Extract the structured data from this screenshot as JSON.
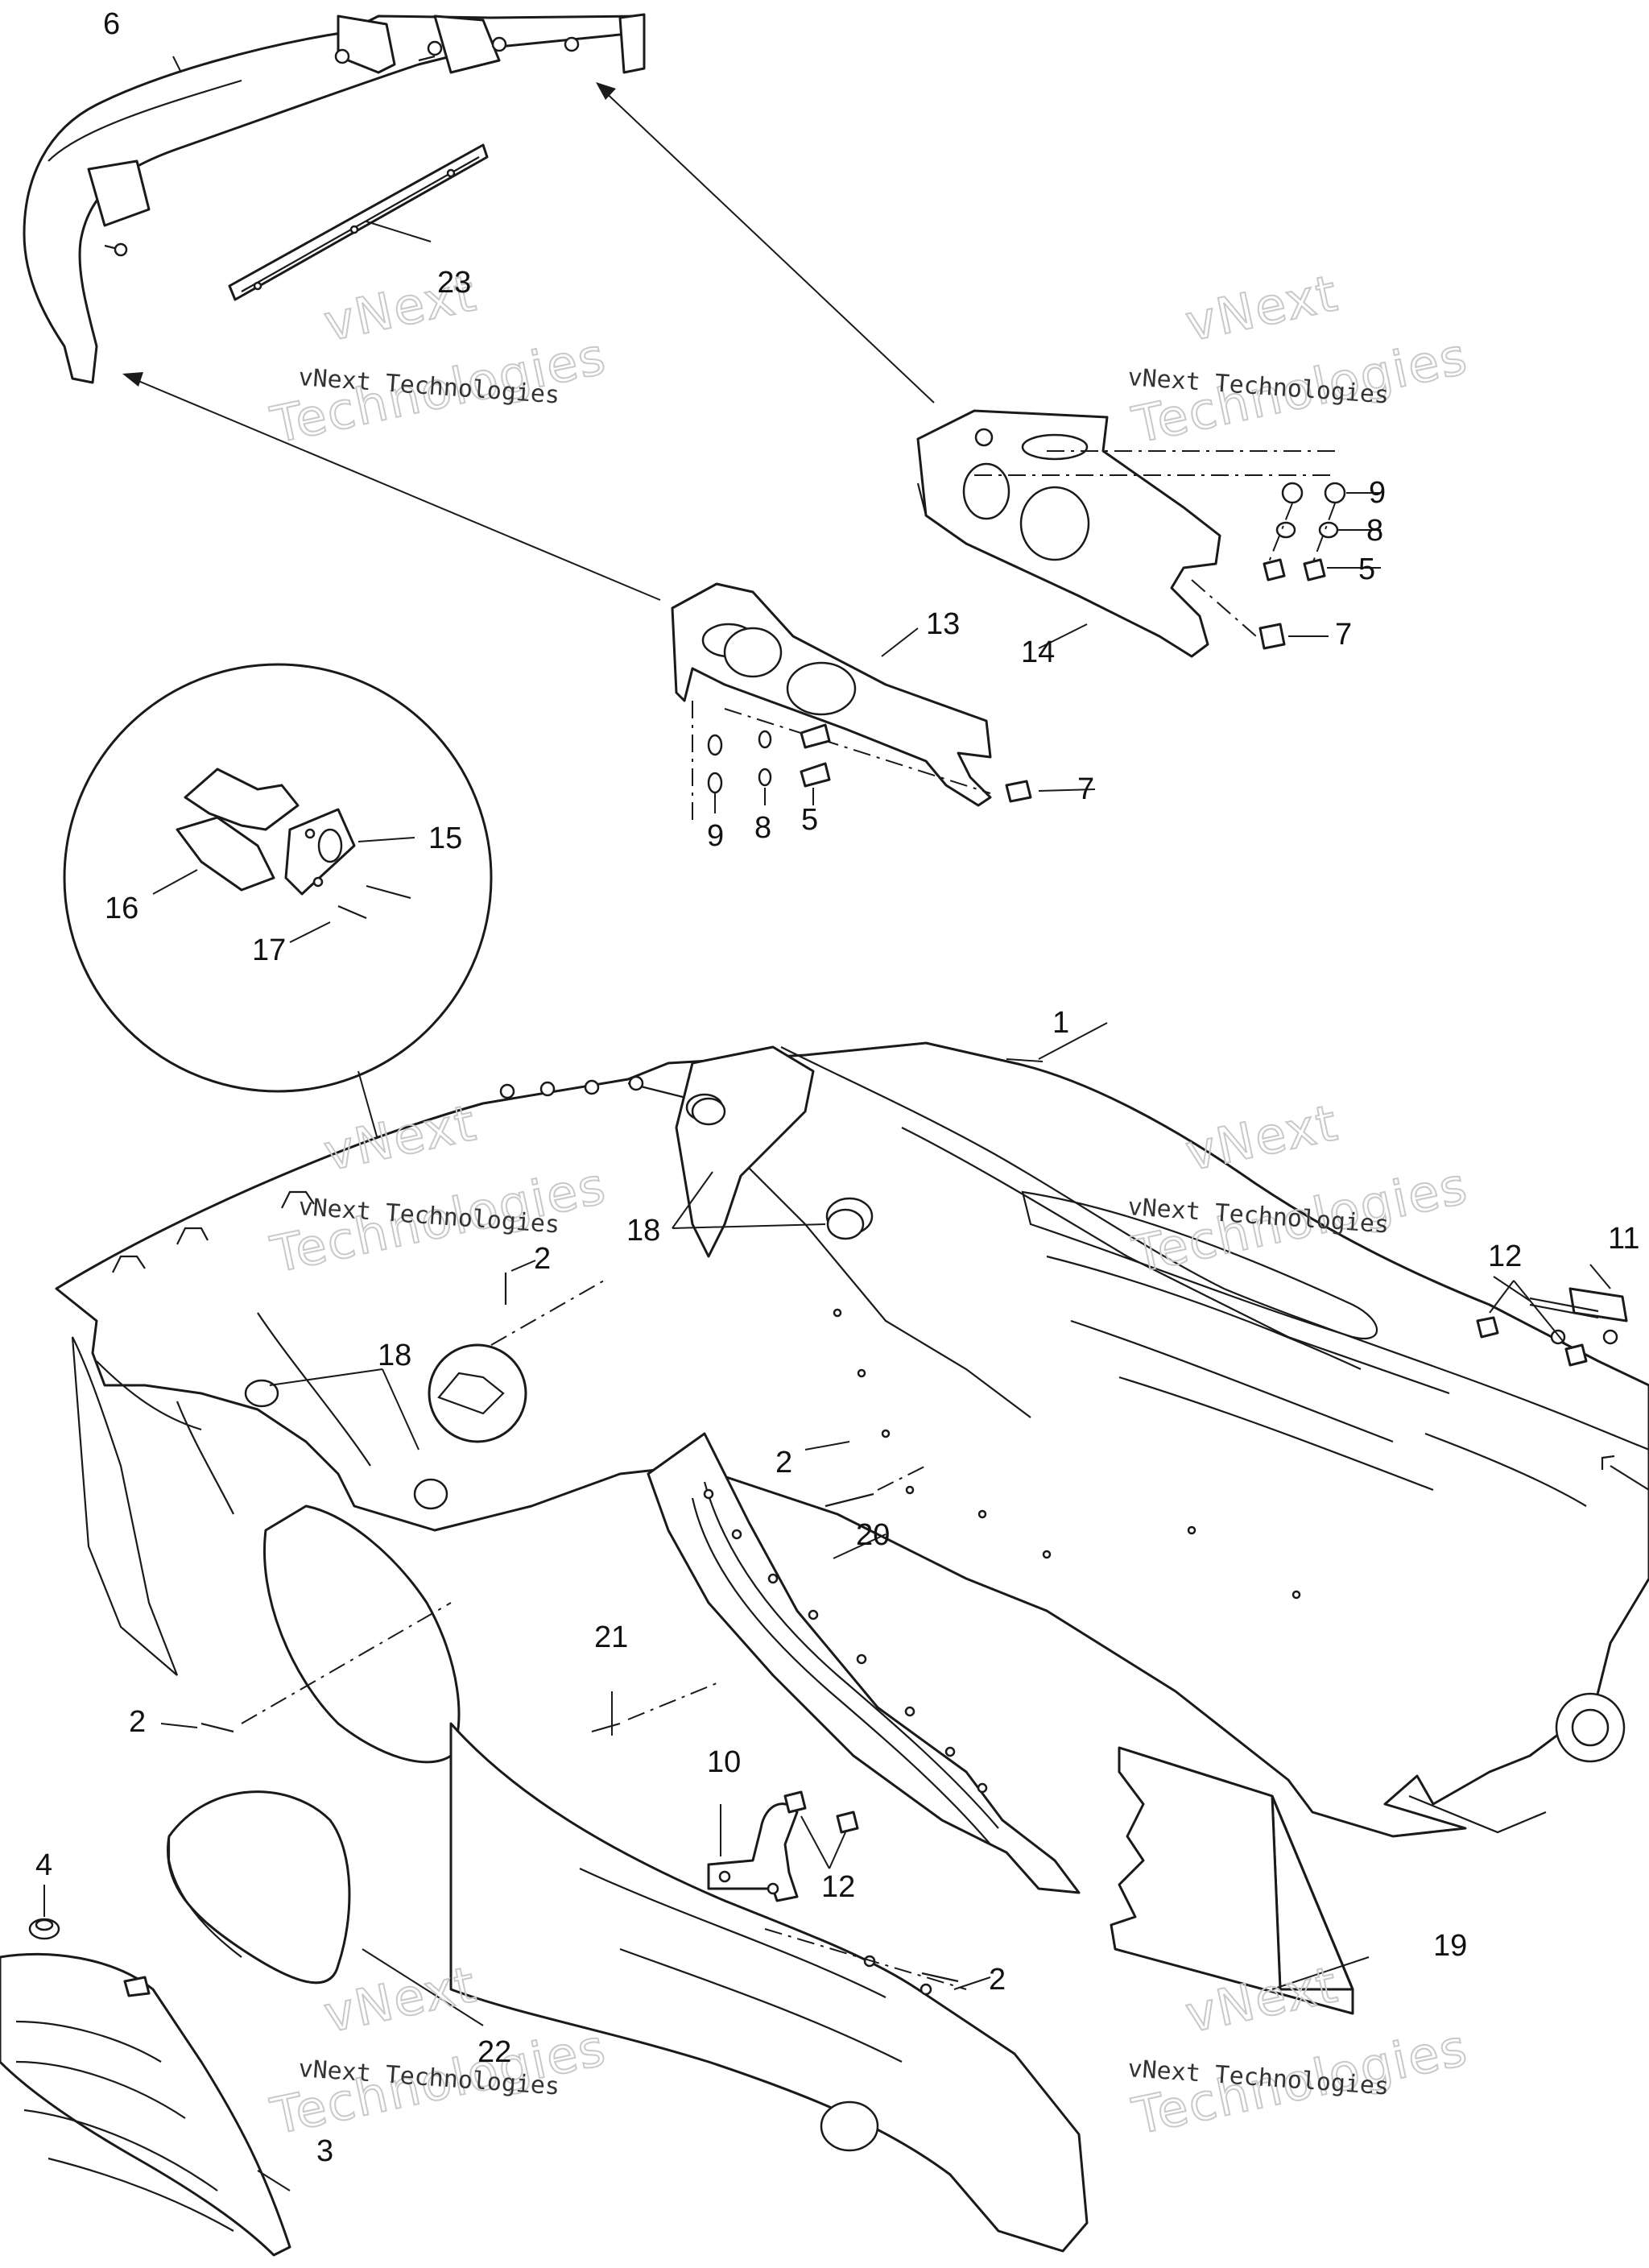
{
  "callouts": [
    {
      "id": "c1",
      "text": "1"
    },
    {
      "id": "c2a",
      "text": "2"
    },
    {
      "id": "c2b",
      "text": "2"
    },
    {
      "id": "c2c",
      "text": "2"
    },
    {
      "id": "c2d",
      "text": "2"
    },
    {
      "id": "c3",
      "text": "3"
    },
    {
      "id": "c4",
      "text": "4"
    },
    {
      "id": "c5a",
      "text": "5"
    },
    {
      "id": "c5b",
      "text": "5"
    },
    {
      "id": "c6",
      "text": "6"
    },
    {
      "id": "c7a",
      "text": "7"
    },
    {
      "id": "c7b",
      "text": "7"
    },
    {
      "id": "c8a",
      "text": "8"
    },
    {
      "id": "c8b",
      "text": "8"
    },
    {
      "id": "c9a",
      "text": "9"
    },
    {
      "id": "c9b",
      "text": "9"
    },
    {
      "id": "c10",
      "text": "10"
    },
    {
      "id": "c11",
      "text": "11"
    },
    {
      "id": "c12a",
      "text": "12"
    },
    {
      "id": "c12b",
      "text": "12"
    },
    {
      "id": "c13",
      "text": "13"
    },
    {
      "id": "c14",
      "text": "14"
    },
    {
      "id": "c15",
      "text": "15"
    },
    {
      "id": "c16",
      "text": "16"
    },
    {
      "id": "c17",
      "text": "17"
    },
    {
      "id": "c18a",
      "text": "18"
    },
    {
      "id": "c18b",
      "text": "18"
    },
    {
      "id": "c19",
      "text": "19"
    },
    {
      "id": "c20",
      "text": "20"
    },
    {
      "id": "c21",
      "text": "21"
    },
    {
      "id": "c22",
      "text": "22"
    },
    {
      "id": "c23",
      "text": "23"
    }
  ],
  "watermark": {
    "line1": "vNext",
    "line2": "vNext Technologies",
    "line3": "Technologies"
  },
  "colors": {
    "ink": "#1a1a1a",
    "paper": "#ffffff",
    "watermark": "#c9c9c9"
  }
}
